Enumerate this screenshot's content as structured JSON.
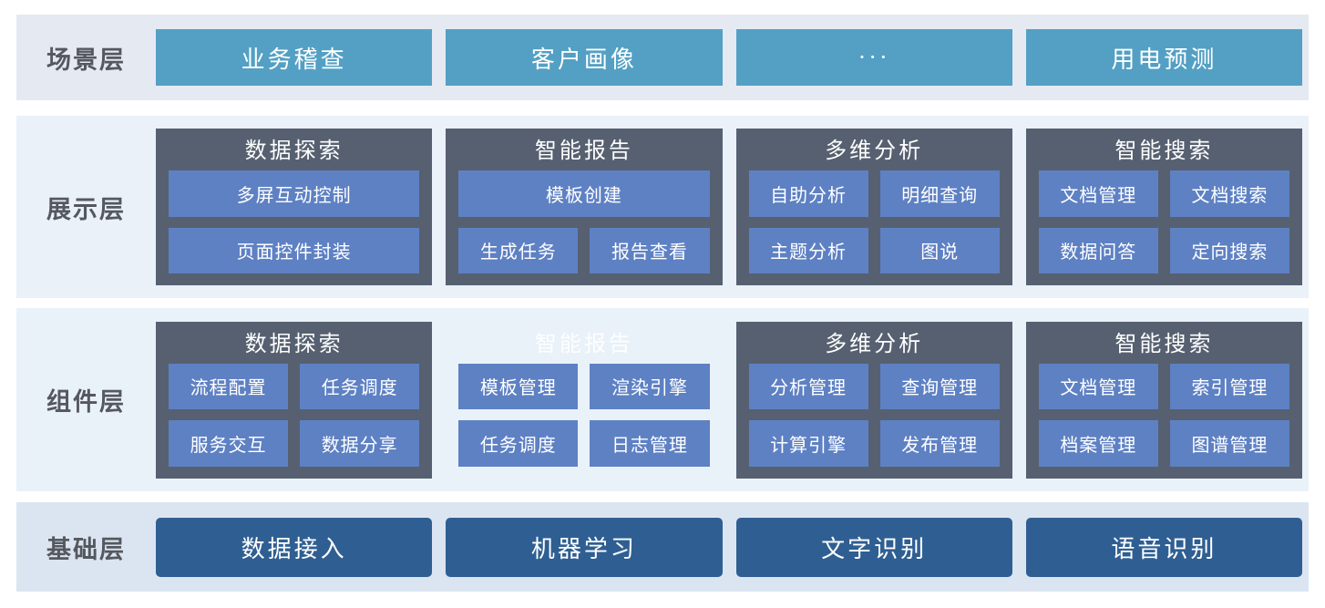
{
  "colors": {
    "scenario_band_bg": "#e5e9f2",
    "display_band_bg": "#eaf1f9",
    "component_band_bg": "#e9f1f9",
    "base_band_bg": "#dbe5f1",
    "card_bg": "#566070",
    "card_button_bg": "#5e81c4",
    "scenario_button_bg": "#53a0c4",
    "base_button_bg": "#2f5f92",
    "label_text": "#55585e",
    "button_text": "#ffffff"
  },
  "layers": [
    {
      "label": "场景层",
      "items": [
        "业务稽查",
        "客户画像",
        "···",
        "用电预测"
      ]
    },
    {
      "label": "展示层",
      "cards": [
        {
          "title": "数据探索",
          "rows": [
            [
              "多屏互动控制"
            ],
            [
              "页面控件封装"
            ]
          ]
        },
        {
          "title": "智能报告",
          "rows": [
            [
              "模板创建"
            ],
            [
              "生成任务",
              "报告查看"
            ]
          ]
        },
        {
          "title": "多维分析",
          "rows": [
            [
              "自助分析",
              "明细查询"
            ],
            [
              "主题分析",
              "图说"
            ]
          ]
        },
        {
          "title": "智能搜索",
          "rows": [
            [
              "文档管理",
              "文档搜索"
            ],
            [
              "数据问答",
              "定向搜索"
            ]
          ]
        }
      ]
    },
    {
      "label": "组件层",
      "cards": [
        {
          "title": "数据探索",
          "rows": [
            [
              "流程配置",
              "任务调度"
            ],
            [
              "服务交互",
              "数据分享"
            ]
          ]
        },
        {
          "title": "智能报告",
          "ghost": true,
          "rows": [
            [
              "模板管理",
              "渲染引擎"
            ],
            [
              "任务调度",
              "日志管理"
            ]
          ]
        },
        {
          "title": "多维分析",
          "rows": [
            [
              "分析管理",
              "查询管理"
            ],
            [
              "计算引擎",
              "发布管理"
            ]
          ]
        },
        {
          "title": "智能搜索",
          "rows": [
            [
              "文档管理",
              "索引管理"
            ],
            [
              "档案管理",
              "图谱管理"
            ]
          ]
        }
      ]
    },
    {
      "label": "基础层",
      "items": [
        "数据接入",
        "机器学习",
        "文字识别",
        "语音识别"
      ]
    }
  ]
}
